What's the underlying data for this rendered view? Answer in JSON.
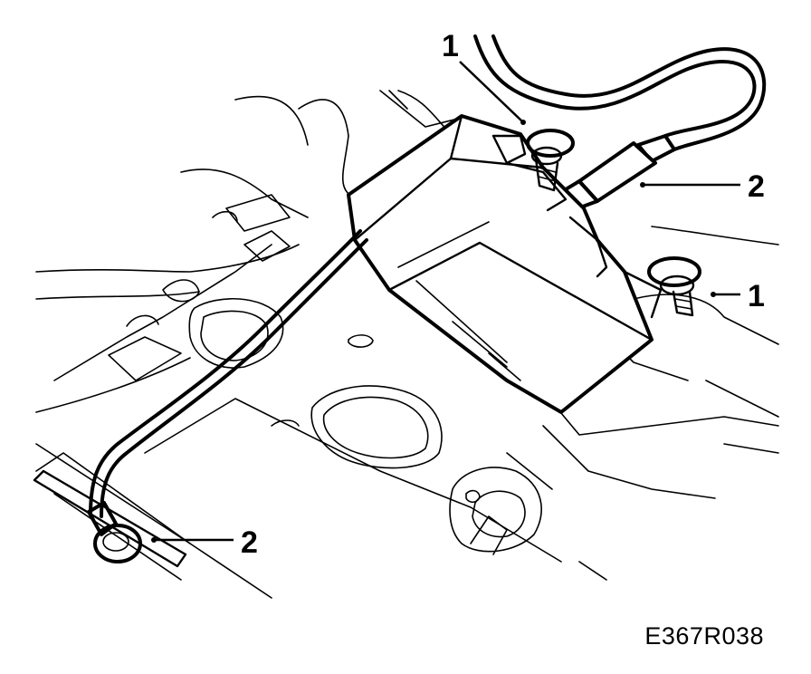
{
  "figure_code": "E367R038",
  "callouts": [
    {
      "id": "nut-top",
      "label": "1"
    },
    {
      "id": "connector-top",
      "label": "2"
    },
    {
      "id": "nut-right",
      "label": "1"
    },
    {
      "id": "ground-bottom",
      "label": "2"
    }
  ]
}
